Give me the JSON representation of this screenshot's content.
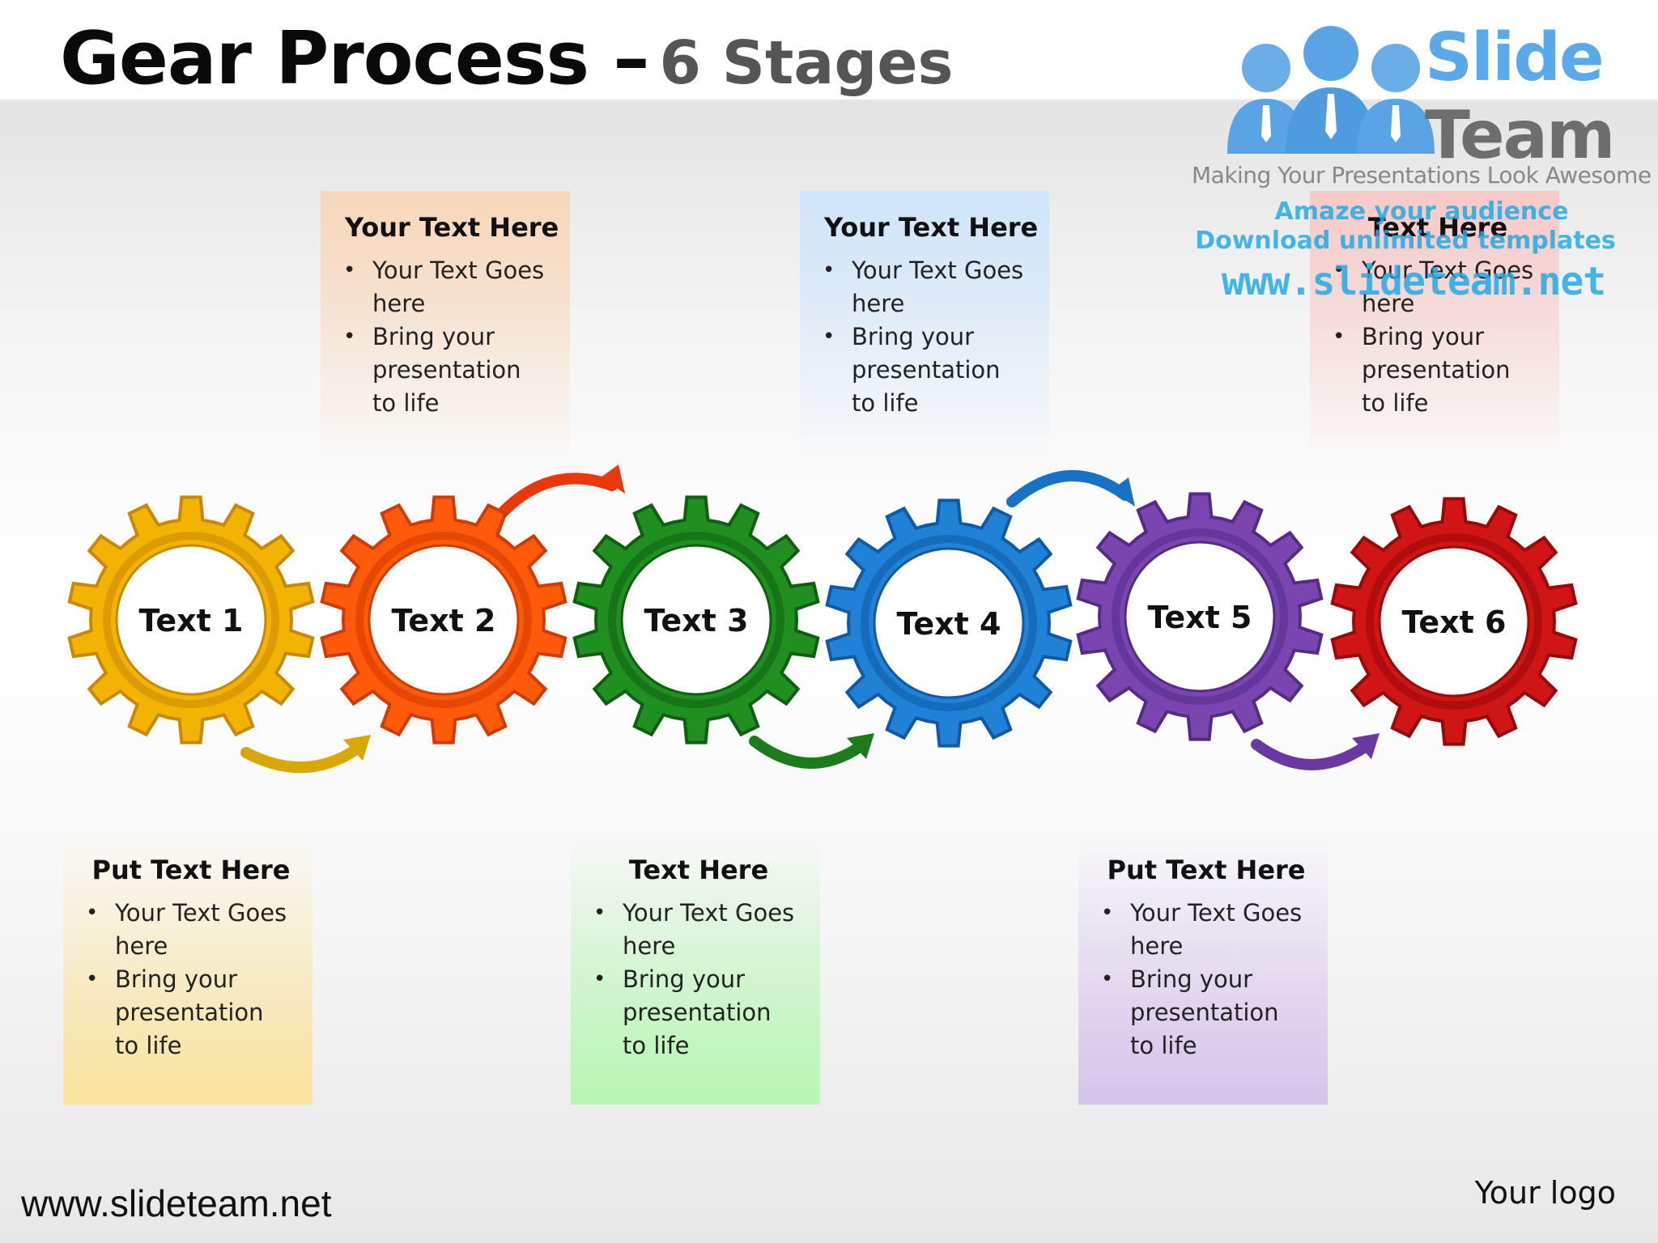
{
  "title": {
    "main": "Gear Process –",
    "sub": "6 Stages"
  },
  "branding": {
    "logo_word_1": "Slide",
    "logo_word_2": "Team",
    "tagline": "Making Your Presentations Look Awesome",
    "watermark_line_1": "Amaze your audience",
    "watermark_line_2": "Download unlimited templates",
    "watermark_line_3": "www.slideteam.net",
    "logo_icon": "three-people-icon"
  },
  "gears": [
    {
      "label": "Text 1",
      "color": "#f2b400",
      "dark": "#c98800"
    },
    {
      "label": "Text 2",
      "color": "#ff5a0a",
      "dark": "#d13a00"
    },
    {
      "label": "Text 3",
      "color": "#1f8f1f",
      "dark": "#0e6010"
    },
    {
      "label": "Text 4",
      "color": "#1f82d6",
      "dark": "#0f5aa6"
    },
    {
      "label": "Text 5",
      "color": "#7b45b0",
      "dark": "#552b88"
    },
    {
      "label": "Text 6",
      "color": "#d11414",
      "dark": "#960a0a"
    }
  ],
  "arrows": [
    {
      "from": "Text 1",
      "to": "Text 2",
      "color": "#d9a800"
    },
    {
      "from": "Text 2",
      "to": "Text 3",
      "color": "#e8380c"
    },
    {
      "from": "Text 3",
      "to": "Text 4",
      "color": "#1a7d1a"
    },
    {
      "from": "Text 4",
      "to": "Text 5",
      "color": "#1672c4"
    },
    {
      "from": "Text 5",
      "to": "Text 6",
      "color": "#6a38a0"
    }
  ],
  "boxes": {
    "top": [
      {
        "heading": "Your Text Here",
        "bullets": [
          [
            "Your Text Goes",
            "here"
          ],
          [
            "Bring your",
            "presentation",
            "to life"
          ]
        ],
        "tint": "#f9d7b8"
      },
      {
        "heading": "Your Text Here",
        "bullets": [
          [
            "Your Text Goes",
            "here"
          ],
          [
            "Bring your",
            "presentation",
            "to life"
          ]
        ],
        "tint": "#cfe6fb"
      },
      {
        "heading": "Text Here",
        "bullets": [
          [
            "Your Text Goes",
            "here"
          ],
          [
            "Bring your",
            "presentation",
            "to life"
          ]
        ],
        "tint": "#f9c9c6"
      }
    ],
    "bottom": [
      {
        "heading": "Put Text Here",
        "bullets": [
          [
            "Your Text Goes",
            "here"
          ],
          [
            "Bring your",
            "presentation",
            "to life"
          ]
        ],
        "tint": "#fbe49c"
      },
      {
        "heading": "Text Here",
        "bullets": [
          [
            "Your Text Goes",
            "here"
          ],
          [
            "Bring your",
            "presentation",
            "to life"
          ]
        ],
        "tint": "#b6f7b2"
      },
      {
        "heading": "Put Text Here",
        "bullets": [
          [
            "Your Text Goes",
            "here"
          ],
          [
            "Bring your",
            "presentation",
            "to life"
          ]
        ],
        "tint": "#d6c4ec"
      }
    ]
  },
  "footer": {
    "url": "www.slideteam.net",
    "logo_placeholder": "Your logo"
  }
}
